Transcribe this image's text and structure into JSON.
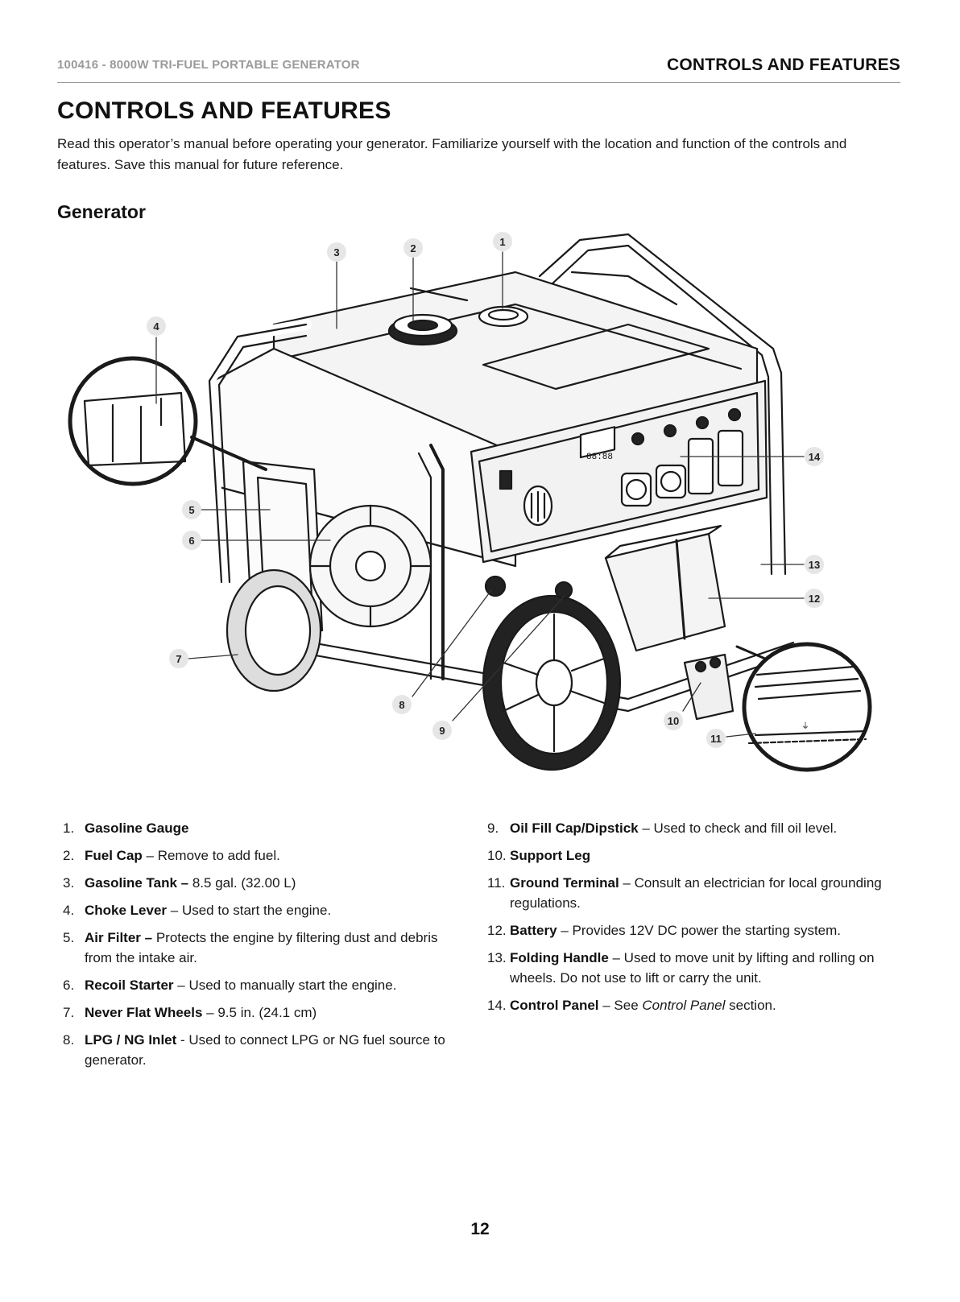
{
  "header": {
    "doc_id": "100416 - 8000W TRI-FUEL PORTABLE GENERATOR",
    "section": "CONTROLS AND FEATURES"
  },
  "title": "CONTROLS AND FEATURES",
  "intro": "Read this operator’s manual before operating your generator. Familiarize yourself with the location and function of the controls and features. Save this manual for future reference.",
  "subheading": "Generator",
  "diagram": {
    "callouts": [
      "1",
      "2",
      "3",
      "4",
      "5",
      "6",
      "7",
      "8",
      "9",
      "10",
      "11",
      "12",
      "13",
      "14"
    ],
    "display_text": "88:88",
    "ground_label": "⏚"
  },
  "features_left": [
    {
      "num": "1.",
      "name": "Gasoline Gauge",
      "desc": ""
    },
    {
      "num": "2.",
      "name": "Fuel Cap",
      "desc": " – Remove to add fuel."
    },
    {
      "num": "3.",
      "name": "Gasoline Tank –",
      "desc": " 8.5 gal. (32.00 L)"
    },
    {
      "num": "4.",
      "name": "Choke Lever",
      "desc": " – Used to start the engine."
    },
    {
      "num": "5.",
      "name": "Air Filter –",
      "desc": " Protects the engine by filtering dust and debris from the intake air."
    },
    {
      "num": "6.",
      "name": "Recoil Starter",
      "desc": " – Used to manually start the engine."
    },
    {
      "num": "7.",
      "name": "Never Flat Wheels",
      "desc": " – 9.5 in. (24.1 cm)"
    },
    {
      "num": "8.",
      "name": "LPG / NG Inlet",
      "desc": " - Used to connect LPG or NG fuel source to generator."
    }
  ],
  "features_right": [
    {
      "num": "9.",
      "name": "Oil Fill Cap/Dipstick",
      "desc": " – Used to check and fill oil level."
    },
    {
      "num": "10.",
      "name": "Support Leg",
      "desc": ""
    },
    {
      "num": "11.",
      "name": "Ground Terminal",
      "desc": " – Consult an electrician for local grounding regulations."
    },
    {
      "num": "12.",
      "name": "Battery",
      "desc": " – Provides 12V DC power the starting system."
    },
    {
      "num": "13.",
      "name": "Folding Handle",
      "desc": " – Used to move unit by lifting and rolling on wheels. Do not use to lift or carry the unit."
    },
    {
      "num": "14.",
      "name": "Control Panel",
      "desc": " – See ",
      "desc_em": "Control Panel",
      "desc_tail": " section."
    }
  ],
  "page_number": "12"
}
